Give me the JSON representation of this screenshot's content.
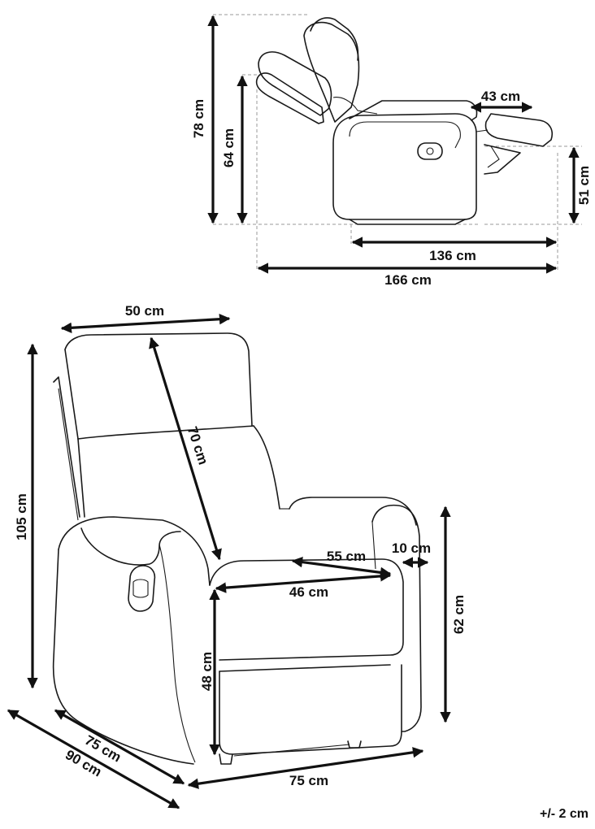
{
  "side_view": {
    "total_height": "78 cm",
    "seat_back_height": "64 cm",
    "footrest_length": "43 cm",
    "footrest_height": "51 cm",
    "reclined_length": "136 cm",
    "full_length": "166 cm"
  },
  "front_view": {
    "width_top": "50 cm",
    "backrest_length": "70 cm",
    "total_height": "105 cm",
    "seat_depth": "55 cm",
    "armrest_width": "10 cm",
    "seat_width": "46 cm",
    "arm_height": "62 cm",
    "seat_height": "48 cm",
    "depth": "75 cm",
    "depth_reclined": "90 cm",
    "width": "75 cm"
  },
  "tolerance": "+/- 2 cm"
}
